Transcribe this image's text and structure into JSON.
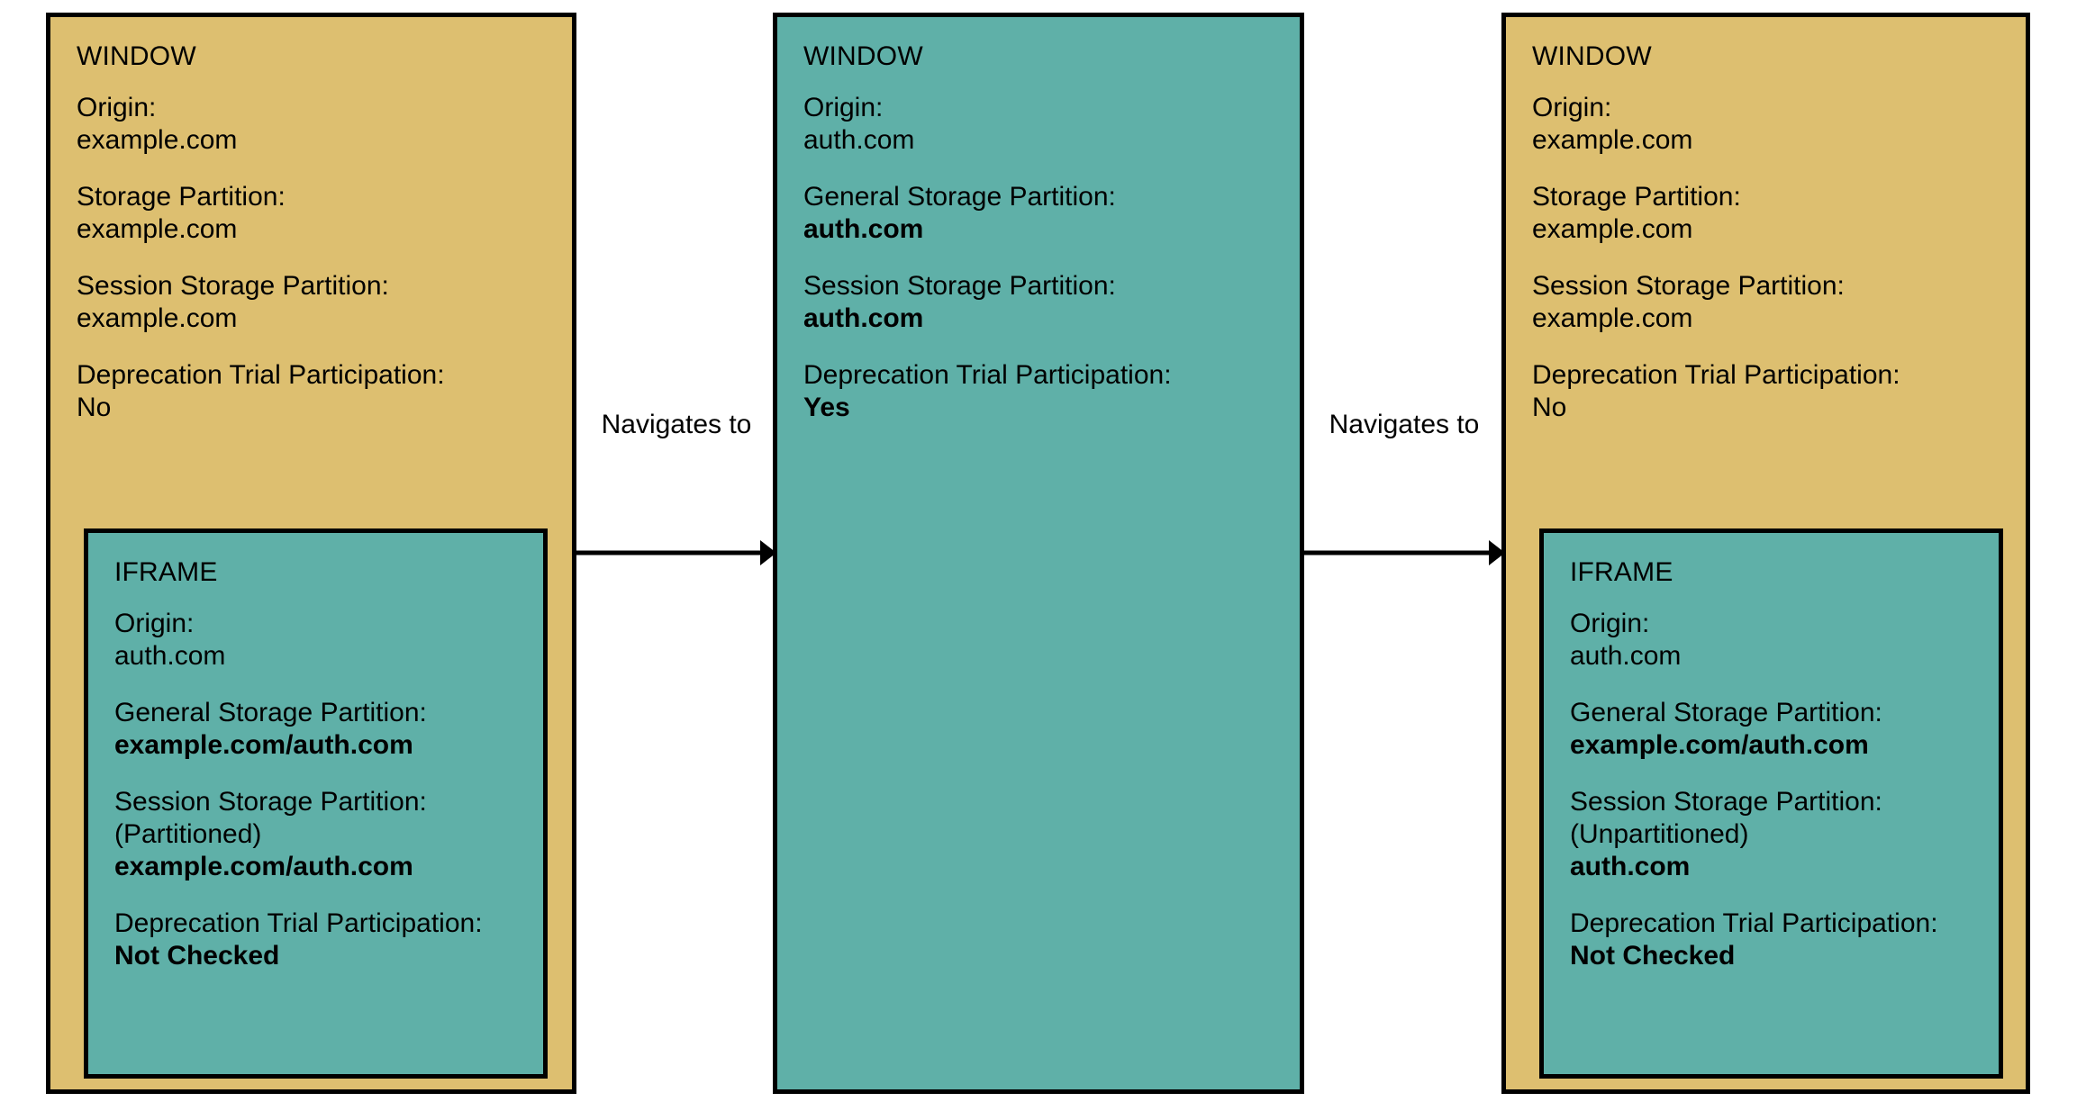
{
  "diagram": {
    "colors": {
      "window_tan": "#DDBF70",
      "frame_teal": "#5FB0A8",
      "stroke": "#000000",
      "background": "#FFFFFF"
    }
  },
  "panels": [
    {
      "id": "panel-1",
      "title": "WINDOW",
      "fields": [
        {
          "label": "Origin:",
          "value": "example.com",
          "bold": false
        },
        {
          "label": "Storage Partition:",
          "value": "example.com",
          "bold": false
        },
        {
          "label": "Session Storage Partition:",
          "value": "example.com",
          "bold": false
        },
        {
          "label": "Deprecation Trial Participation:",
          "value": "No",
          "bold": false
        }
      ],
      "iframe": {
        "title": "IFRAME",
        "fields": [
          {
            "label": "Origin:",
            "value": "auth.com",
            "bold": false
          },
          {
            "label": "General Storage Partition:",
            "value": "example.com/auth.com",
            "bold": true
          },
          {
            "label": "Session Storage Partition:",
            "note": "(Partitioned)",
            "value": "example.com/auth.com",
            "bold": true
          },
          {
            "label": "Deprecation Trial Participation:",
            "value": "Not Checked",
            "bold": true
          }
        ]
      }
    },
    {
      "id": "panel-2",
      "title": "WINDOW",
      "fields": [
        {
          "label": "Origin:",
          "value": "auth.com",
          "bold": false
        },
        {
          "label": "General Storage Partition:",
          "value": "auth.com",
          "bold": true
        },
        {
          "label": "Session Storage Partition:",
          "value": "auth.com",
          "bold": true
        },
        {
          "label": "Deprecation Trial Participation:",
          "value": "Yes",
          "bold": true
        }
      ],
      "iframe": null
    },
    {
      "id": "panel-3",
      "title": "WINDOW",
      "fields": [
        {
          "label": "Origin:",
          "value": "example.com",
          "bold": false
        },
        {
          "label": "Storage Partition:",
          "value": "example.com",
          "bold": false
        },
        {
          "label": "Session Storage Partition:",
          "value": "example.com",
          "bold": false
        },
        {
          "label": "Deprecation Trial Participation:",
          "value": "No",
          "bold": false
        }
      ],
      "iframe": {
        "title": "IFRAME",
        "fields": [
          {
            "label": "Origin:",
            "value": "auth.com",
            "bold": false
          },
          {
            "label": "General Storage Partition:",
            "value": "example.com/auth.com",
            "bold": true
          },
          {
            "label": "Session Storage Partition:",
            "note": "(Unpartitioned)",
            "value": "auth.com",
            "bold": true
          },
          {
            "label": "Deprecation Trial Participation:",
            "value": "Not Checked",
            "bold": true
          }
        ]
      }
    }
  ],
  "arrows": [
    {
      "id": "arrow-1",
      "label": "Navigates to"
    },
    {
      "id": "arrow-2",
      "label": "Navigates to"
    }
  ]
}
